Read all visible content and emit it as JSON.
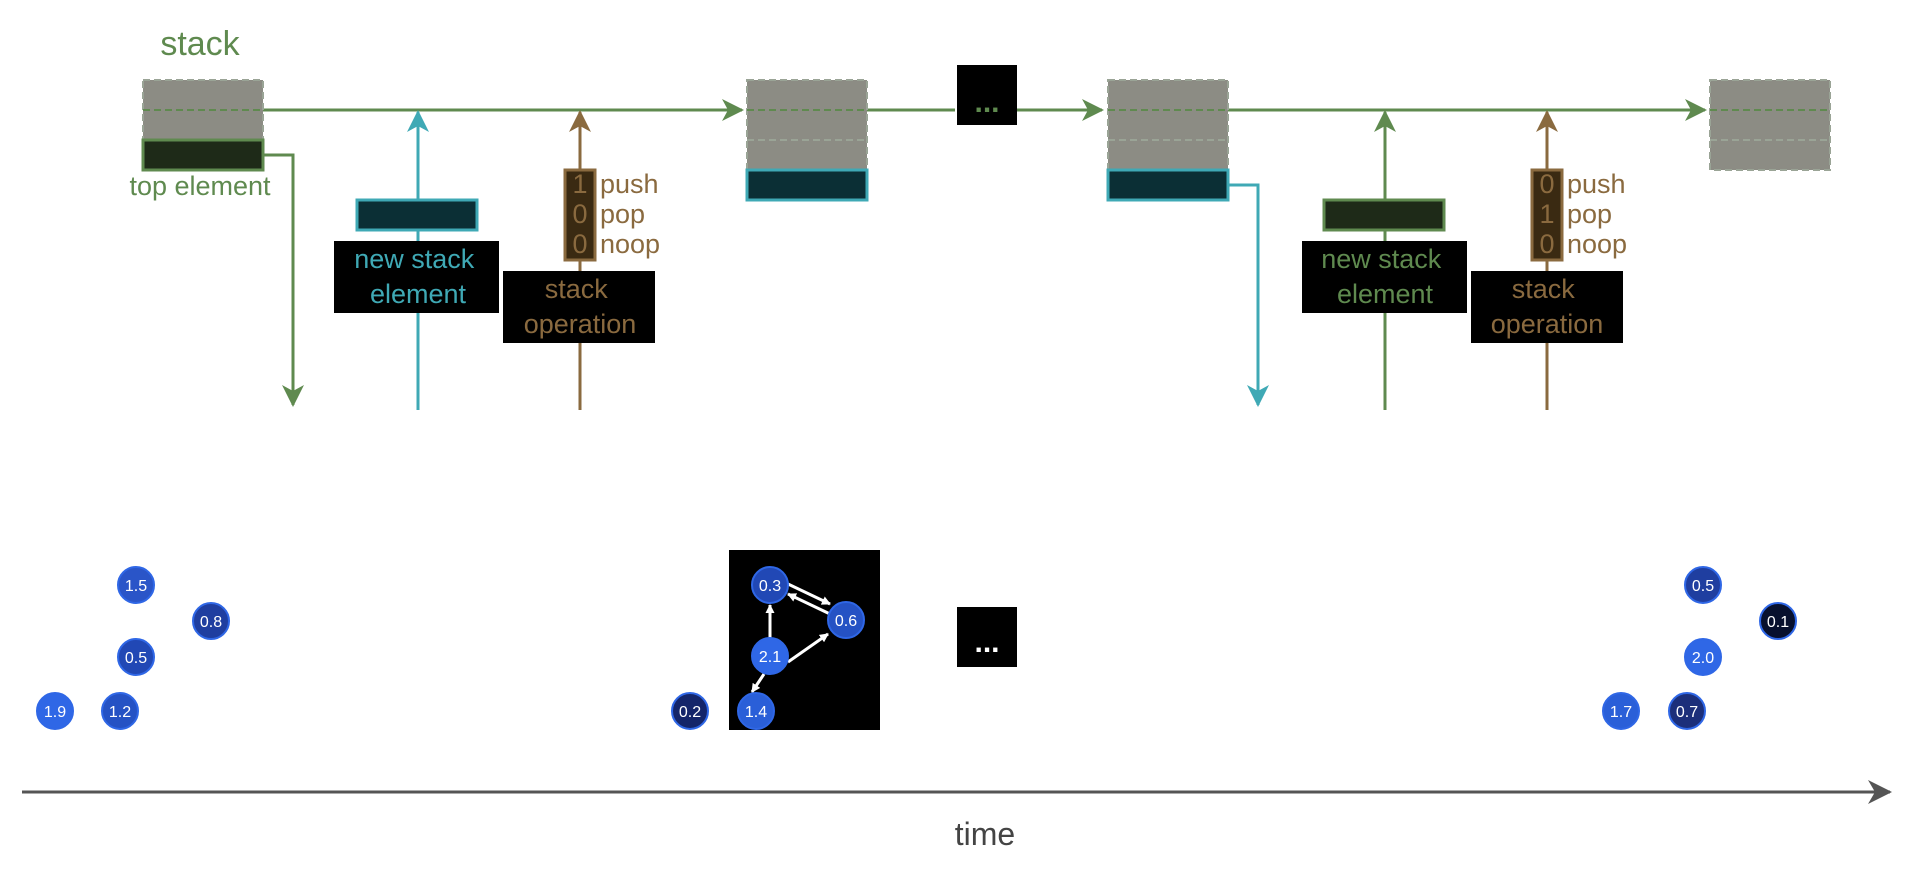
{
  "colors": {
    "green": "#5f8a4f",
    "teal": "#3fa9b5",
    "brown": "#8a6a3f",
    "stack_gray": "#8c8c84",
    "stack_dark_green": "#1e2a18",
    "stack_teal": "#0b2f35",
    "black": "#000000",
    "node_blue": "#2f67e6",
    "node_dark": "#0d1a3c",
    "time_axis": "#555555"
  },
  "labels": {
    "stack_title": "stack",
    "top_element": "top element",
    "ellipsis": "...",
    "time": "time"
  },
  "inputs": [
    {
      "new_element_label": [
        "new stack",
        "element"
      ],
      "operation_label": [
        "stack",
        "operation"
      ],
      "bits": [
        "1",
        "0",
        "0"
      ],
      "ops": [
        "push",
        "pop",
        "noop"
      ]
    },
    {
      "new_element_label": [
        "new stack",
        "element"
      ],
      "operation_label": [
        "stack",
        "operation"
      ],
      "bits": [
        "0",
        "1",
        "0"
      ],
      "ops": [
        "push",
        "pop",
        "noop"
      ]
    }
  ],
  "graphs": [
    {
      "nodes": [
        "1.5",
        "0.8",
        "0.5",
        "1.9",
        "1.2"
      ]
    },
    {
      "nodes": [
        "0.3",
        "0.6",
        "2.1",
        "1.4",
        "0.2"
      ]
    },
    {
      "nodes": [
        "0.5",
        "0.1",
        "2.0",
        "1.7",
        "0.7"
      ]
    }
  ]
}
